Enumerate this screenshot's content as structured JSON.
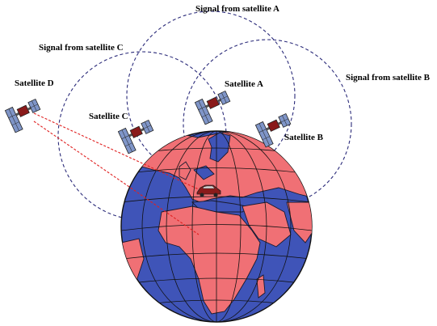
{
  "labels": {
    "signal_a": "Signal from satellite A",
    "signal_b": "Signal from satellite B",
    "signal_c": "Signal from satellite C",
    "satellite_a": "Satellite A",
    "satellite_b": "Satellite B",
    "satellite_c": "Satellite C",
    "satellite_d": "Satellite D"
  },
  "colors": {
    "ocean": "#3f54b8",
    "land": "#f07075",
    "grid": "#1a1a2e",
    "signal_circle": "#2b2b7a",
    "interference": "#e02020",
    "panel": "#7f95c8",
    "satellite_body": "#8a1a1a"
  },
  "icons": {
    "globe": "earth-globe-icon",
    "satellite": "satellite-icon",
    "receiver": "car-receiver-icon"
  }
}
